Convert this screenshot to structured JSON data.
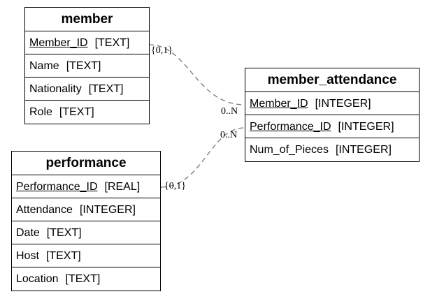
{
  "entities": {
    "member": {
      "name": "member",
      "fields": [
        {
          "name": "Member_ID",
          "type": "[TEXT]"
        },
        {
          "name": "Name",
          "type": "[TEXT]"
        },
        {
          "name": "Nationality",
          "type": "[TEXT]"
        },
        {
          "name": "Role",
          "type": "[TEXT]"
        }
      ]
    },
    "performance": {
      "name": "performance",
      "fields": [
        {
          "name": "Performance_ID",
          "type": "[REAL]"
        },
        {
          "name": "Attendance",
          "type": "[INTEGER]"
        },
        {
          "name": "Date",
          "type": "[TEXT]"
        },
        {
          "name": "Host",
          "type": "[TEXT]"
        },
        {
          "name": "Location",
          "type": "[TEXT]"
        }
      ]
    },
    "member_attendance": {
      "name": "member_attendance",
      "fields": [
        {
          "name": "Member_ID",
          "type": "[INTEGER]"
        },
        {
          "name": "Performance_ID",
          "type": "[INTEGER]"
        },
        {
          "name": "Num_of_Pieces",
          "type": "[INTEGER]"
        }
      ]
    }
  },
  "relationships": [
    {
      "from": "member.Member_ID",
      "to": "member_attendance.Member_ID",
      "from_card": "{0,1}",
      "to_card": "0..N"
    },
    {
      "from": "performance.Performance_ID",
      "to": "member_attendance.Performance_ID",
      "from_card": "{0,1}",
      "to_card": "0..N"
    }
  ]
}
